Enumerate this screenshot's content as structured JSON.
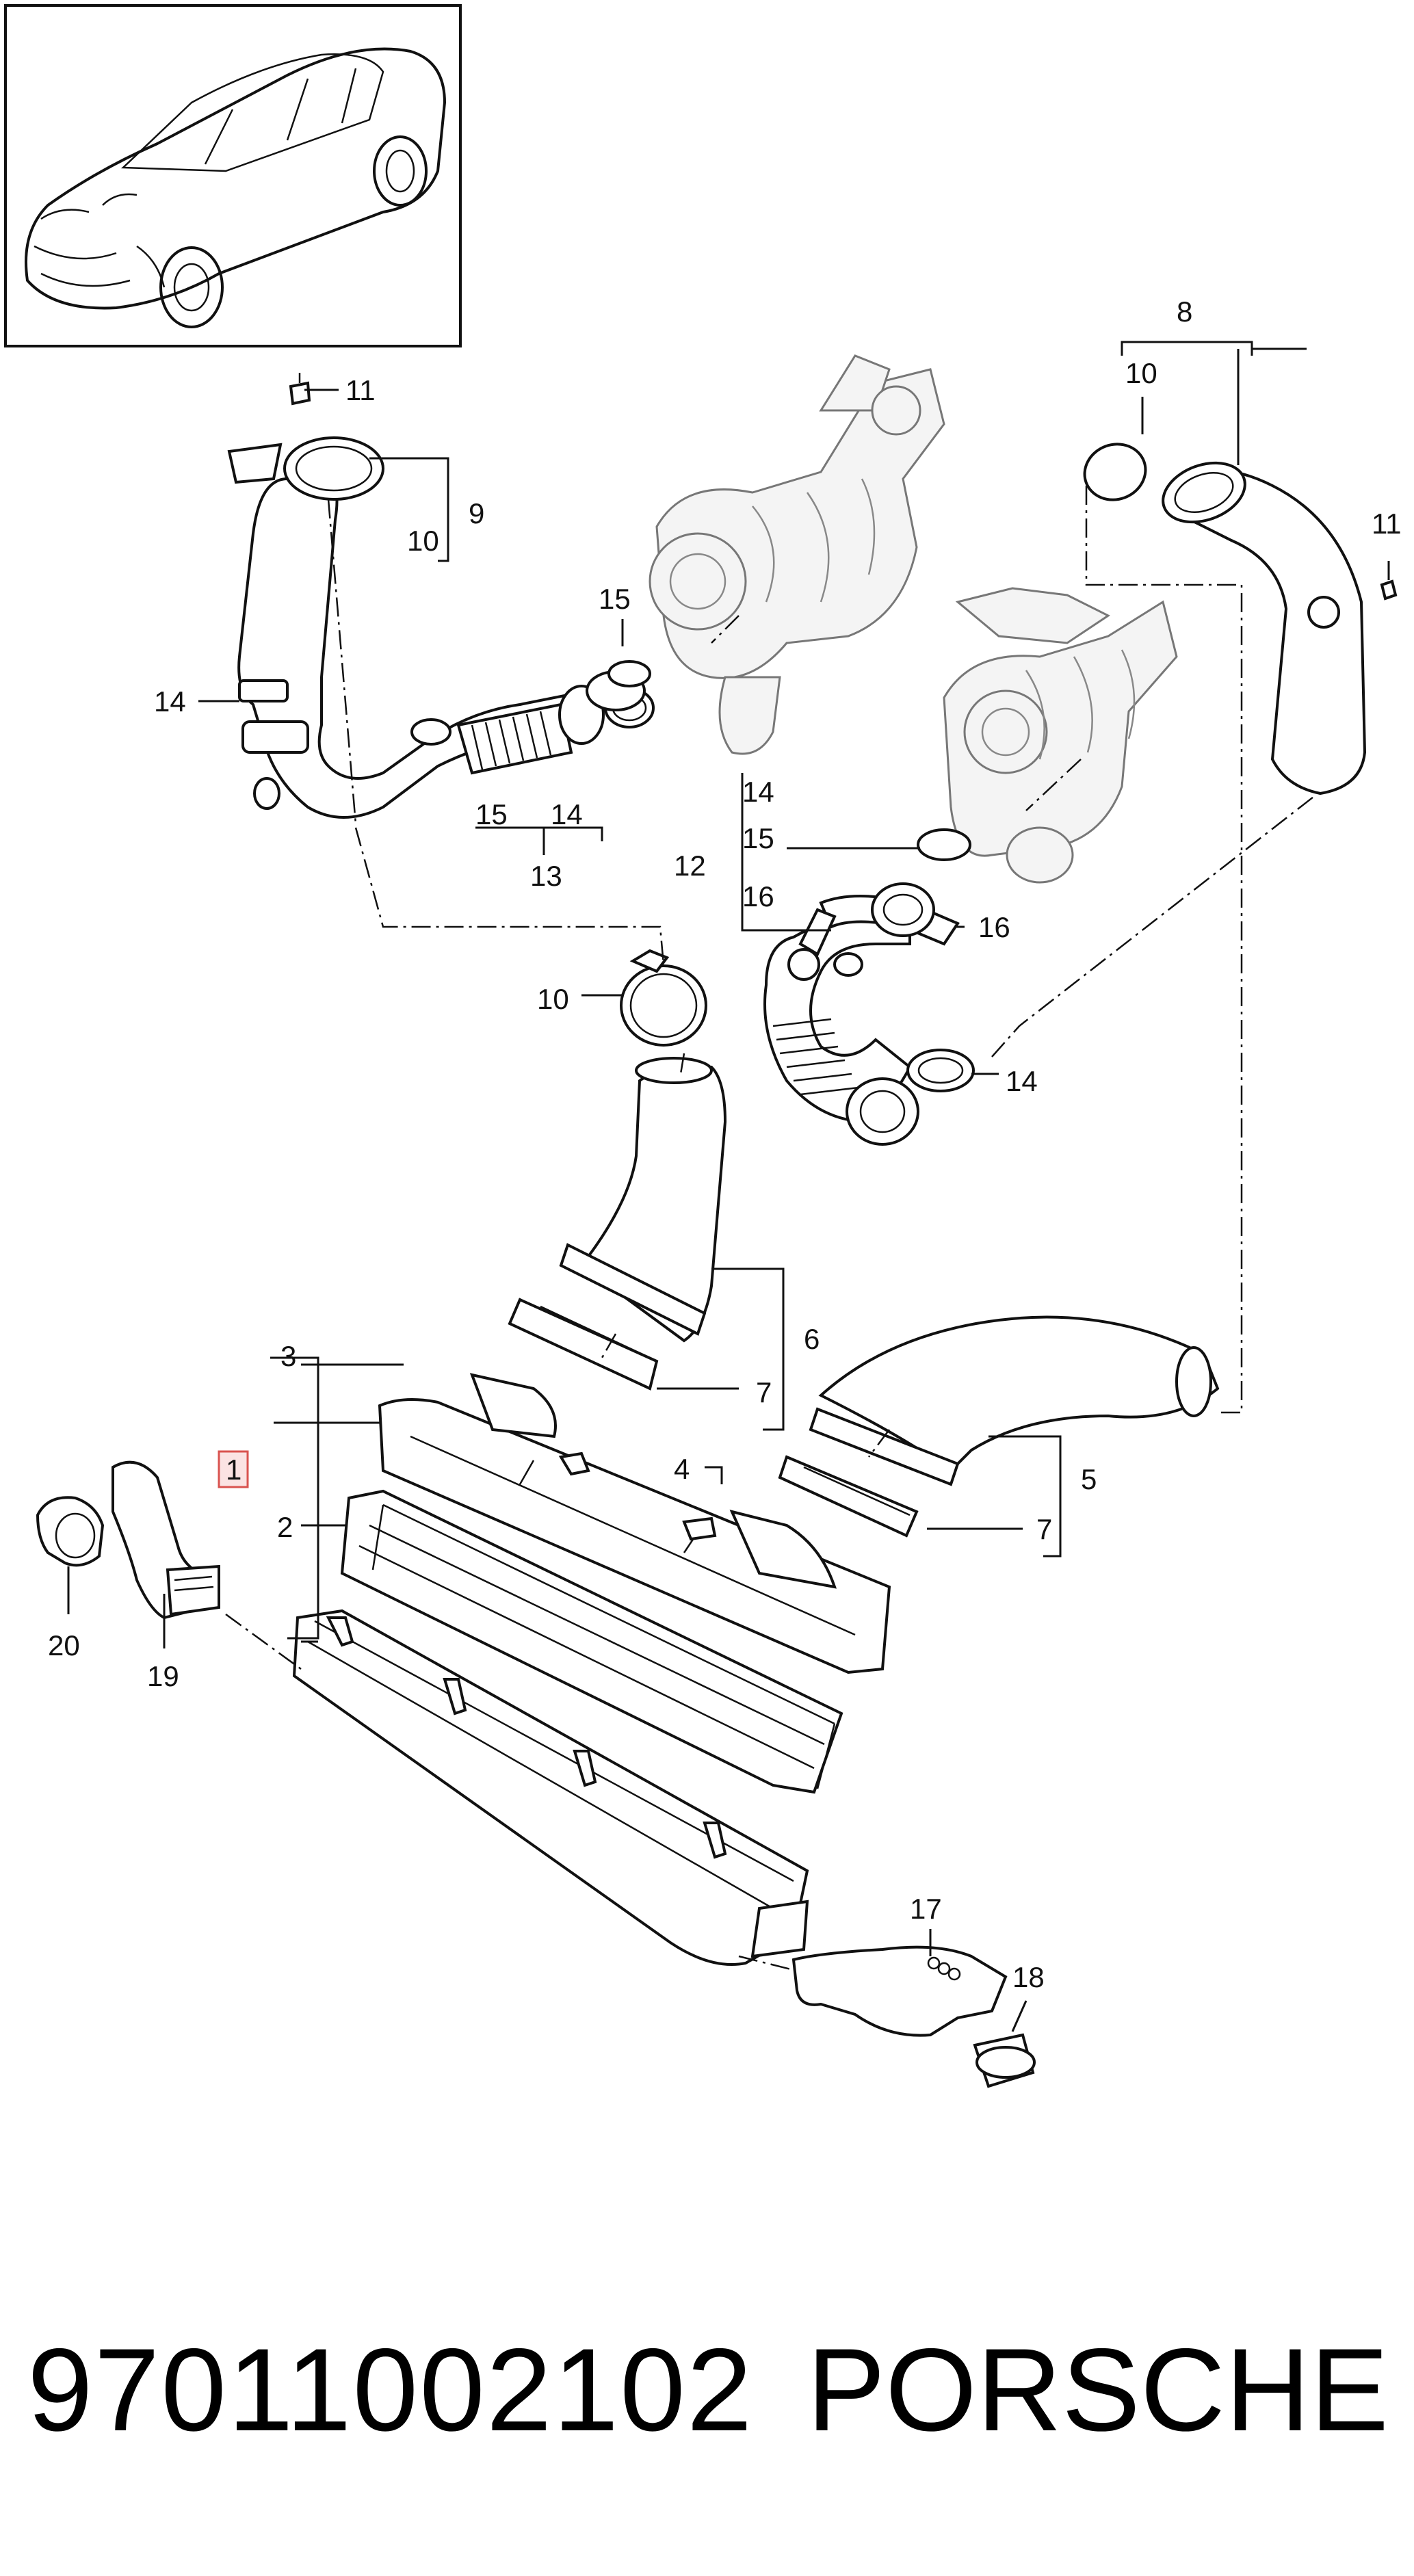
{
  "footer": {
    "part_number": "97011002102",
    "brand": "PORSCHE"
  },
  "highlighted_callout": "1",
  "callouts": {
    "c1": "1",
    "c2": "2",
    "c3": "3",
    "c4": "4",
    "c5": "5",
    "c6": "6",
    "c7a": "7",
    "c7b": "7",
    "c8": "8",
    "c9": "9",
    "c10a": "10",
    "c10b": "10",
    "c10c": "10",
    "c11a": "11",
    "c11b": "11",
    "c12": "12",
    "c13": "13",
    "c14a": "14",
    "c14b": "14",
    "c14c": "14",
    "c14d": "14",
    "c15a": "15",
    "c15b": "15",
    "c15c": "15",
    "c16a": "16",
    "c16b": "16",
    "c17": "17",
    "c18": "18",
    "c19": "19",
    "c20": "20"
  },
  "colors": {
    "highlight_border": "#d9534f",
    "highlight_fill": "#fbe3e3",
    "line": "#111111"
  }
}
